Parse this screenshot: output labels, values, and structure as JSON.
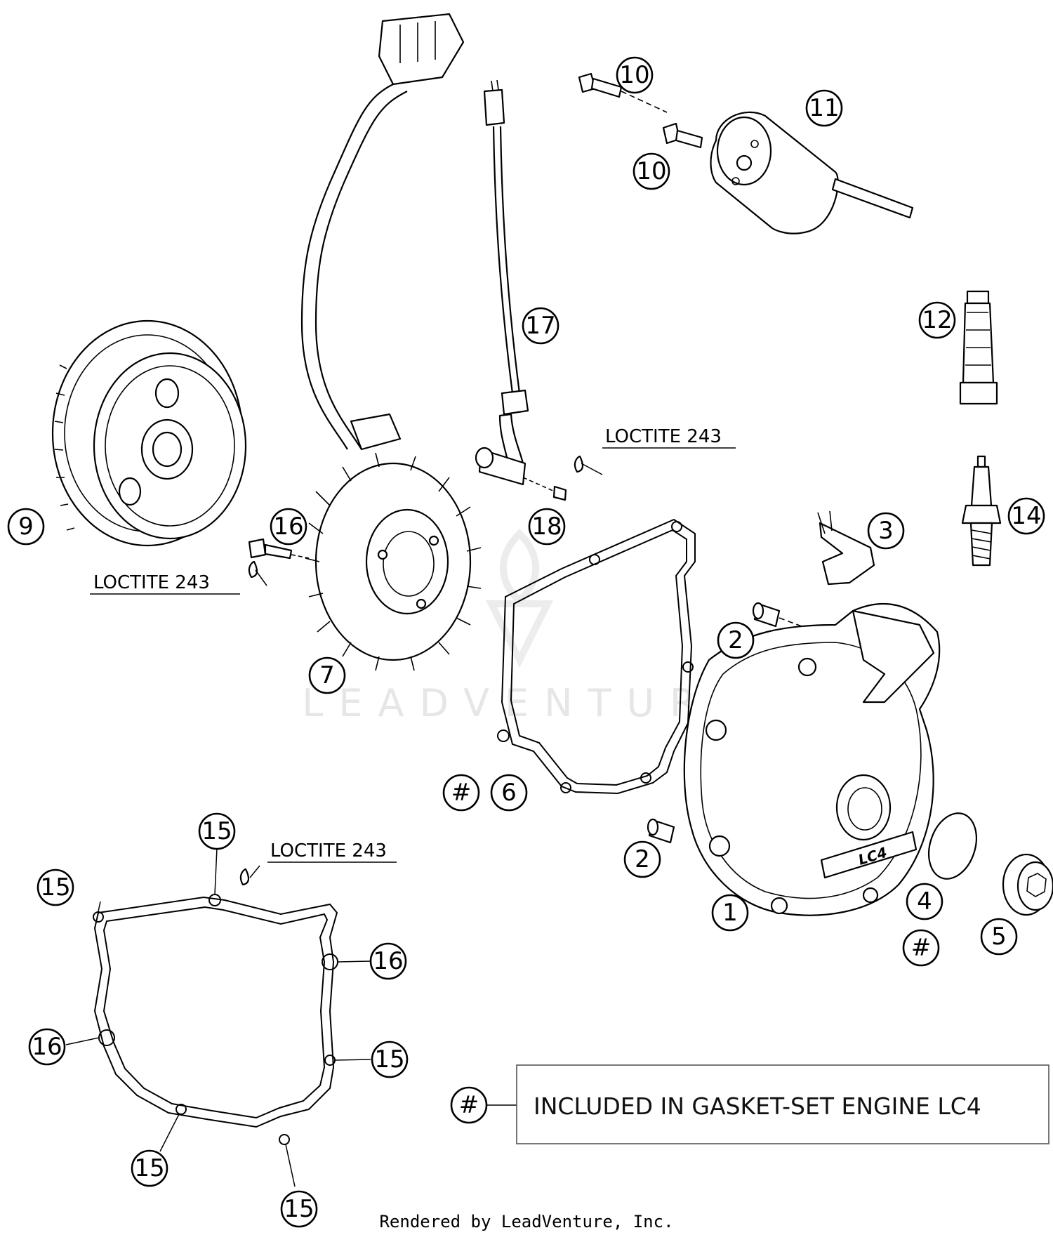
{
  "diagram": {
    "callouts": [
      "1",
      "2",
      "2",
      "3",
      "4",
      "#",
      "5",
      "#",
      "6",
      "7",
      "9",
      "10",
      "10",
      "11",
      "12",
      "14",
      "15",
      "15",
      "15",
      "15",
      "15",
      "15",
      "16",
      "16",
      "16",
      "17",
      "18"
    ],
    "notes": {
      "loctite_stator": "LOCTITE 243",
      "loctite_sensor": "LOCTITE 243",
      "loctite_gasket": "LOCTITE 243"
    },
    "legend": {
      "symbol": "#",
      "text": "INCLUDED IN GASKET-SET ENGINE LC4"
    },
    "cover_logo": "LC4",
    "watermark": "LEADVENTURE",
    "footer": "Rendered by LeadVenture, Inc."
  }
}
